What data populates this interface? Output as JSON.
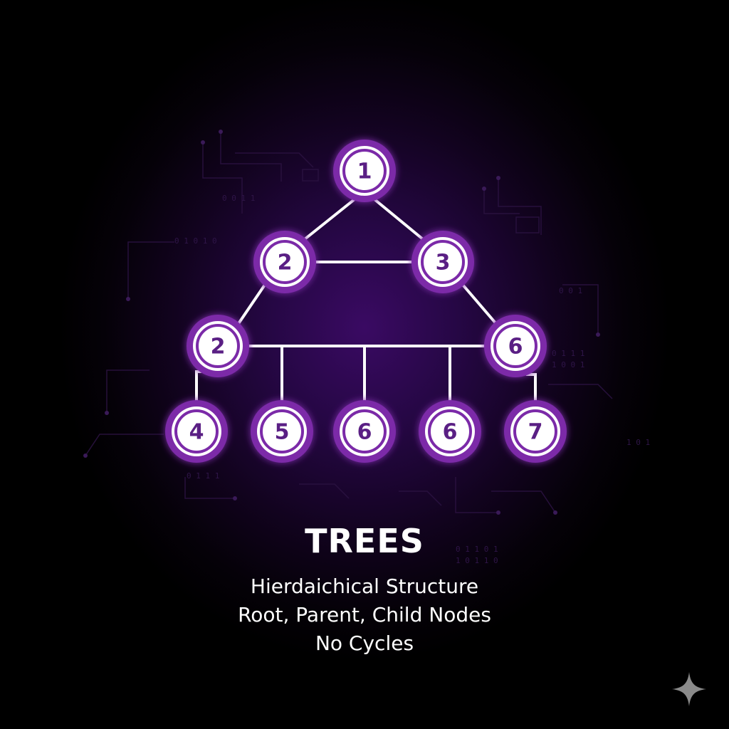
{
  "colors": {
    "node_fill": "#7b2aa8",
    "node_text": "#5a1f84",
    "edge": "#ffffff",
    "glow": "#3a0a63",
    "text": "#ffffff",
    "sparkle": "#8a8a8a"
  },
  "tree": {
    "nodes": [
      {
        "id": "n1",
        "label": "1"
      },
      {
        "id": "n2a",
        "label": "2"
      },
      {
        "id": "n3",
        "label": "3"
      },
      {
        "id": "n2b",
        "label": "2"
      },
      {
        "id": "n6a",
        "label": "6"
      },
      {
        "id": "n4",
        "label": "4"
      },
      {
        "id": "n5",
        "label": "5"
      },
      {
        "id": "n6b",
        "label": "6"
      },
      {
        "id": "n6c",
        "label": "6"
      },
      {
        "id": "n7",
        "label": "7"
      }
    ]
  },
  "caption": {
    "title": "TREES",
    "line1": "Hierdaichical Structure",
    "line2": "Root, Parent, Child Nodes",
    "line3": "No Cycles"
  },
  "watermark_icon": "sparkle-icon"
}
